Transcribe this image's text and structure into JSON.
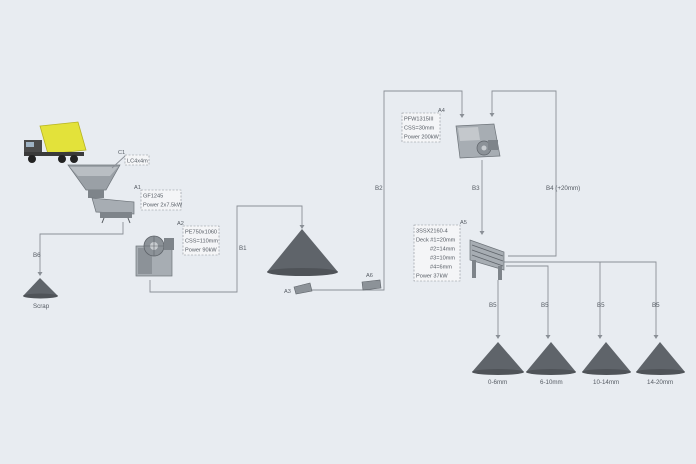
{
  "colors": {
    "background": "#e8ecf1",
    "line": "#8a8f96",
    "truck_body": "#e3e23a",
    "truck_cab": "#4a4a4a",
    "machine": "#9aa0a6",
    "pile": "#5f646a"
  },
  "nodes": {
    "c1": {
      "id": "C1",
      "spec": [
        "LC4x4m"
      ]
    },
    "a1": {
      "id": "A1",
      "spec": [
        "GF1245",
        "Power 2x7.5kW"
      ]
    },
    "a2": {
      "id": "A2",
      "spec": [
        "PE750x1060",
        "CSS=110mm",
        "Power 90kW"
      ]
    },
    "a3": {
      "id": "A3"
    },
    "a6": {
      "id": "A6"
    },
    "a4": {
      "id": "A4",
      "spec": [
        "PFW1315III",
        "CSS=30mm",
        "Power 200kW"
      ]
    },
    "a5": {
      "id": "A5",
      "spec": [
        "3SSX2160-4",
        "Deck #1=20mm",
        "#2=14mm",
        "#3=10mm",
        "#4=6mm",
        "Power 37kW"
      ]
    }
  },
  "belts": {
    "b1": "B1",
    "b2": "B2",
    "b3": "B3",
    "b4": "B4 (+20mm)",
    "b5": [
      "B5",
      "B5",
      "B5",
      "B5"
    ],
    "b6": "B6"
  },
  "piles": {
    "scrap": "Scrap",
    "products": [
      "0-6mm",
      "6-10mm",
      "10-14mm",
      "14-20mm"
    ]
  },
  "icons": {
    "truck": "dump-truck-icon",
    "hopper": "hopper-icon",
    "feeder": "vibrating-feeder-icon",
    "jaw": "jaw-crusher-icon",
    "impact": "impact-crusher-icon",
    "screen": "vibrating-screen-icon",
    "conveyor": "conveyor-icon"
  }
}
